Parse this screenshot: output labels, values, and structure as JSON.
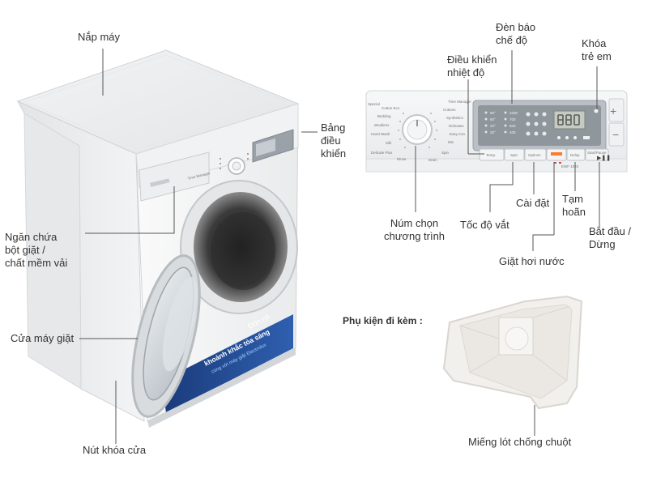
{
  "labels": {
    "nap_may": "Nắp máy",
    "ngan_chua_1": "Ngăn chứa",
    "ngan_chua_2": "bột giặt /",
    "ngan_chua_3": "chất mềm vải",
    "cua_may_giat": "Cửa máy giặt",
    "nut_khoa_cua": "Nút khóa cửa",
    "bang_dieu_khien_1": "Bảng",
    "bang_dieu_khien_2": "điều",
    "bang_dieu_khien_3": "khiển",
    "dieu_khien_nhiet_do_1": "Điều khiển",
    "dieu_khien_nhiet_do_2": "nhiệt độ",
    "den_bao_che_do_1": "Đèn báo",
    "den_bao_che_do_2": "chế độ",
    "khoa_tre_em_1": "Khóa",
    "khoa_tre_em_2": "trẻ em",
    "num_chon_1": "Núm chọn",
    "num_chon_2": "chương trình",
    "toc_do_vat": "Tốc độ vắt",
    "cai_dat": "Cài đặt",
    "tam_hoan_1": "Tạm",
    "tam_hoan_2": "hoãn",
    "bat_dau_1": "Bắt đầu /",
    "bat_dau_2": "Dừng",
    "giat_hoi_nuoc": "Giặt hơi nước",
    "phu_kien": "Phụ kiện đi kèm :",
    "mieng_lot": "Miếng lót chống chuột"
  },
  "panel": {
    "buttons": [
      "Temp.",
      "Spin",
      "Options",
      "",
      "Delay",
      "Start/Pause"
    ],
    "programs_left": [
      "Special",
      "Cotton Eco",
      "Bedding",
      "Woollens",
      "Hand Wash",
      "Silk",
      "Delicate Plus",
      "Rinse"
    ],
    "programs_right": [
      "Time Manager",
      "Cottons",
      "Synthetics",
      "Delicates",
      "Easy Iron",
      "Mix",
      "Spin",
      "Drain"
    ],
    "temps": [
      "90°",
      "60°",
      "40°",
      "30°"
    ],
    "speeds": [
      "1000",
      "700",
      "600",
      "400"
    ],
    "model": "EWF 1023"
  },
  "drum_text": {
    "line1": "Đón nh",
    "line2": "khoảnh khắc tỏa sáng",
    "line3": "cùng với máy giặt Electrolux"
  },
  "brand": "Time Manager"
}
